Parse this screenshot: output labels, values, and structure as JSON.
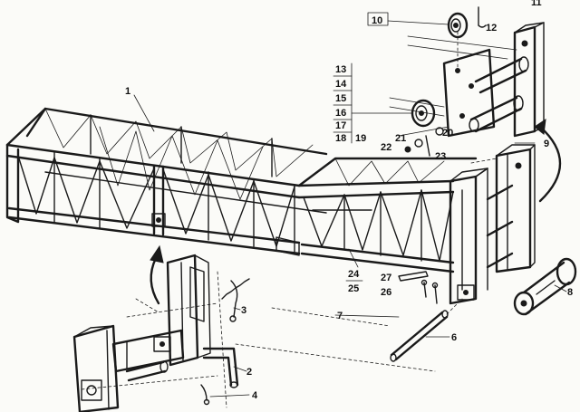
{
  "callouts": [
    {
      "id": "c1",
      "text": "1"
    },
    {
      "id": "c2",
      "text": "2"
    },
    {
      "id": "c3",
      "text": "3"
    },
    {
      "id": "c4",
      "text": "4"
    },
    {
      "id": "c6",
      "text": "6"
    },
    {
      "id": "c7",
      "text": "7"
    },
    {
      "id": "c8",
      "text": "8"
    },
    {
      "id": "c9",
      "text": "9"
    },
    {
      "id": "c10",
      "text": "10"
    },
    {
      "id": "c11",
      "text": "11"
    },
    {
      "id": "c12",
      "text": "12"
    },
    {
      "id": "c13",
      "text": "13"
    },
    {
      "id": "c14",
      "text": "14"
    },
    {
      "id": "c15",
      "text": "15"
    },
    {
      "id": "c16",
      "text": "16"
    },
    {
      "id": "c17",
      "text": "17"
    },
    {
      "id": "c18",
      "text": "18"
    },
    {
      "id": "c19",
      "text": "19"
    },
    {
      "id": "c20",
      "text": "20"
    },
    {
      "id": "c21",
      "text": "21"
    },
    {
      "id": "c22",
      "text": "22"
    },
    {
      "id": "c23",
      "text": "23"
    },
    {
      "id": "c24",
      "text": "24"
    },
    {
      "id": "c25",
      "text": "25"
    },
    {
      "id": "c26",
      "text": "26"
    },
    {
      "id": "c27",
      "text": "27"
    }
  ]
}
